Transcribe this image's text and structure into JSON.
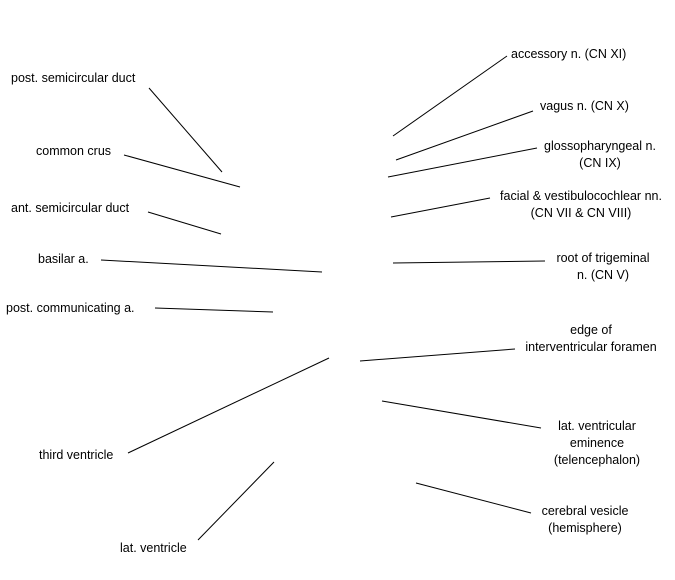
{
  "labels": {
    "post_semicircular_duct": "post. semicircular duct",
    "common_crus": "common crus",
    "ant_semicircular_duct": "ant. semicircular duct",
    "basilar_a": "basilar a.",
    "post_communicating_a": "post. communicating a.",
    "third_ventricle": "third ventricle",
    "lat_ventricle": "lat. ventricle",
    "accessory_n": "accessory n. (CN XI)",
    "vagus_n": "vagus n. (CN X)",
    "glossopharyngeal_n": [
      "glossopharyngeal n.",
      "(CN IX)"
    ],
    "facial_vestibulocochlear": [
      "facial & vestibulocochlear nn.",
      "(CN VII & CN VIII)"
    ],
    "trigeminal_root": [
      "root of trigeminal",
      "n. (CN V)"
    ],
    "interventricular_foramen": [
      "edge of",
      "interventricular foramen"
    ],
    "lat_ventricular_eminence": [
      "lat. ventricular",
      "eminence",
      "(telencephalon)"
    ],
    "cerebral_vesicle": [
      "cerebral vesicle",
      "(hemisphere)"
    ]
  }
}
